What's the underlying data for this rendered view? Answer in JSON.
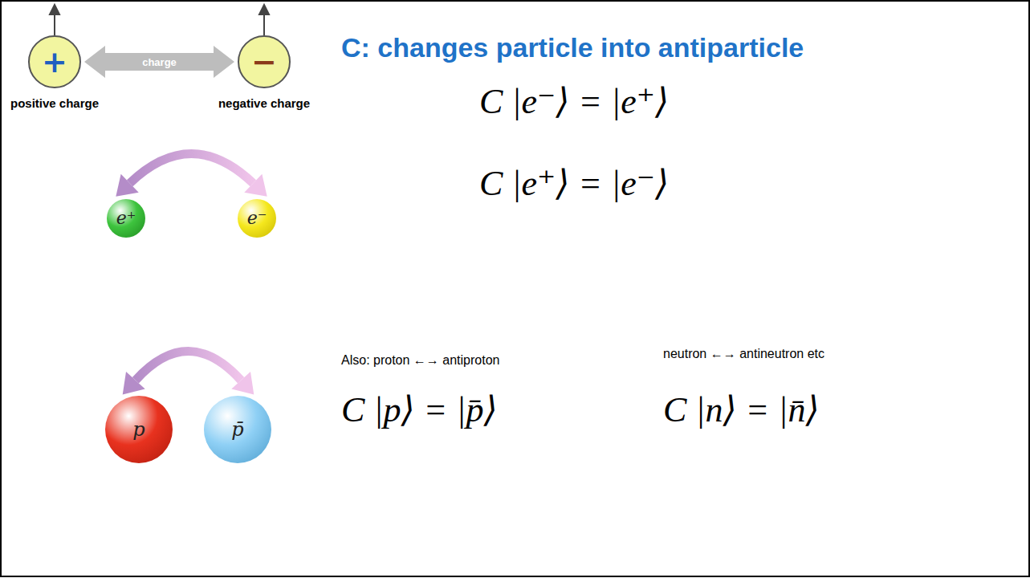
{
  "diagram": {
    "title": "C: changes particle into antiparticle",
    "nodes": [
      {
        "text": [
          "+",
          "positive charge"
        ]
      },
      {
        "text": [
          "−",
          "negative charge"
        ]
      },
      {
        "text": [
          "e⁺"
        ]
      },
      {
        "text": [
          "e⁻"
        ]
      },
      {
        "text": [
          "p"
        ]
      },
      {
        "text": [
          "p̄"
        ]
      }
    ],
    "edges": [
      {
        "from": 0,
        "to": 1,
        "label": "charge",
        "arrow": "both"
      },
      {
        "from": 3,
        "to": 2,
        "arrow": "both"
      },
      {
        "from": 4,
        "to": 5,
        "arrow": "both"
      }
    ],
    "labels": [
      "C |e⁻⟩ = |e⁺⟩",
      "C |e⁺⟩ = |e⁻⟩",
      "Also: proton ←→ antiproton",
      "neutron ←→ antineutron etc",
      "C |p⟩ = |p̄⟩",
      "C |n⟩ = |n̄⟩"
    ]
  }
}
